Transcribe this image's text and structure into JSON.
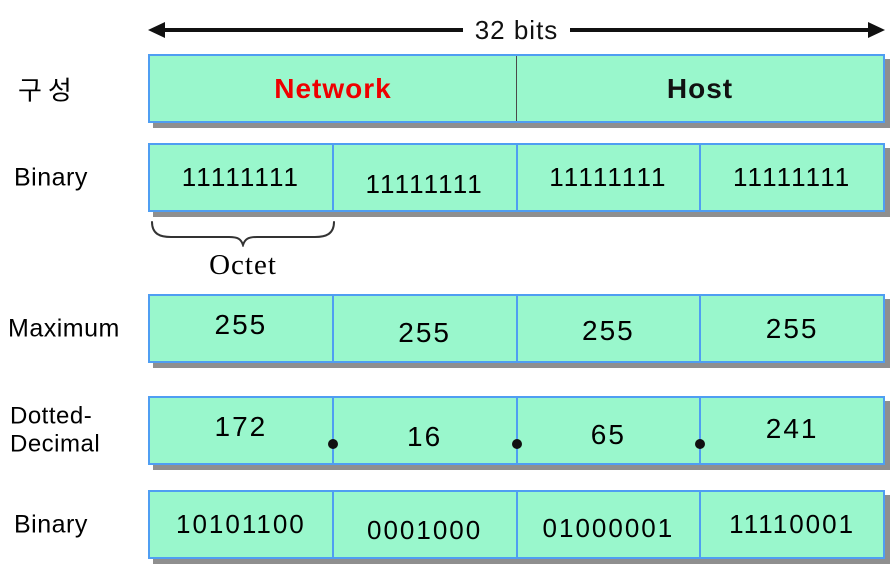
{
  "arrow": {
    "label": "32 bits"
  },
  "rows": [
    {
      "label": "구성",
      "cells": [
        "Network",
        "Host"
      ]
    },
    {
      "label": "Binary",
      "cells": [
        "11111111",
        "11111111",
        "11111111",
        "11111111"
      ]
    },
    {
      "label": "Maximum",
      "cells": [
        "255",
        "255",
        "255",
        "255"
      ]
    },
    {
      "label_lines": [
        "Dotted-",
        "Decimal"
      ],
      "cells": [
        "172",
        "16",
        "65",
        "241"
      ],
      "separator": "."
    },
    {
      "label": "Binary",
      "cells": [
        "10101100",
        "0001000",
        "01000001",
        "11110001"
      ]
    }
  ],
  "octet": {
    "label": "Octet"
  },
  "colors": {
    "box_fill": "#99f7cc",
    "box_border": "#4f9ef2",
    "box_shadow": "#8f8f8f",
    "network_text": "#ee0000",
    "arrow": "#111111"
  }
}
